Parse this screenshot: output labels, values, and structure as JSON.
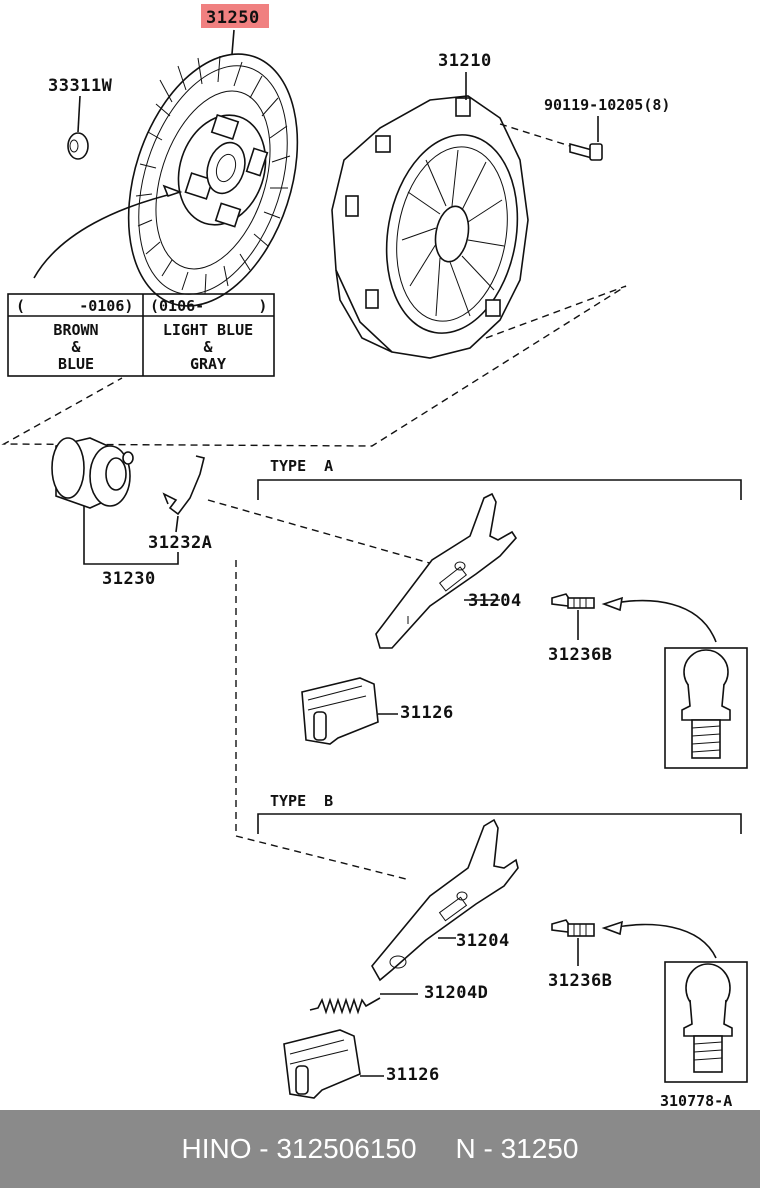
{
  "labels": {
    "disc": "31250",
    "w33311": "33311W",
    "cover": "31210",
    "bolt": "90119-10205(8)",
    "spring_clip": "31232A",
    "bearing": "31230",
    "fork_a": "31204",
    "pivot_a": "31236B",
    "boot_a": "31126",
    "fork_b": "31204",
    "spring_b": "31204D",
    "pivot_b": "31236B",
    "boot_b": "31126",
    "diagram_id": "310778-A"
  },
  "types": {
    "a": "TYPE  A",
    "b": "TYPE  B"
  },
  "color_table": {
    "col1_header": "(      -0106)",
    "col2_header": "(0106-      )",
    "col1_lines": [
      "BROWN",
      "&",
      "BLUE"
    ],
    "col2_lines": [
      "LIGHT BLUE",
      "&",
      "GRAY"
    ]
  },
  "colors": {
    "highlight": "#f08080",
    "footer_bg": "#8a8a8a"
  },
  "footer": {
    "brand": "HINO",
    "sep1": " - ",
    "part_number": "312506150",
    "gap": "     ",
    "n_label": "N",
    "sep2": " - ",
    "n_value": "31250"
  }
}
